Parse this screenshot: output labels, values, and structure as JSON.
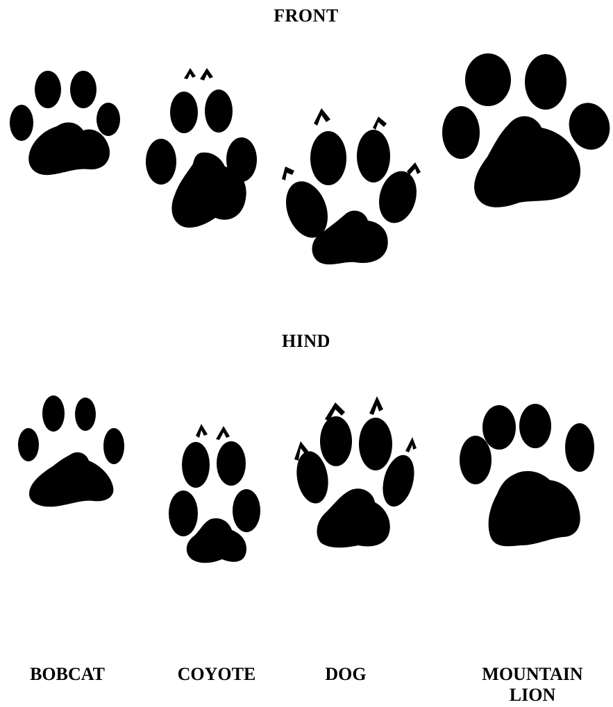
{
  "titles": {
    "front": "FRONT",
    "hind": "HIND"
  },
  "animals": [
    {
      "name_line1": "BOBCAT",
      "name_line2": ""
    },
    {
      "name_line1": "COYOTE",
      "name_line2": ""
    },
    {
      "name_line1": "DOG",
      "name_line2": ""
    },
    {
      "name_line1": "MOUNTAIN",
      "name_line2": "LION"
    }
  ],
  "colors": {
    "ink": "#000000",
    "background": "#ffffff"
  }
}
